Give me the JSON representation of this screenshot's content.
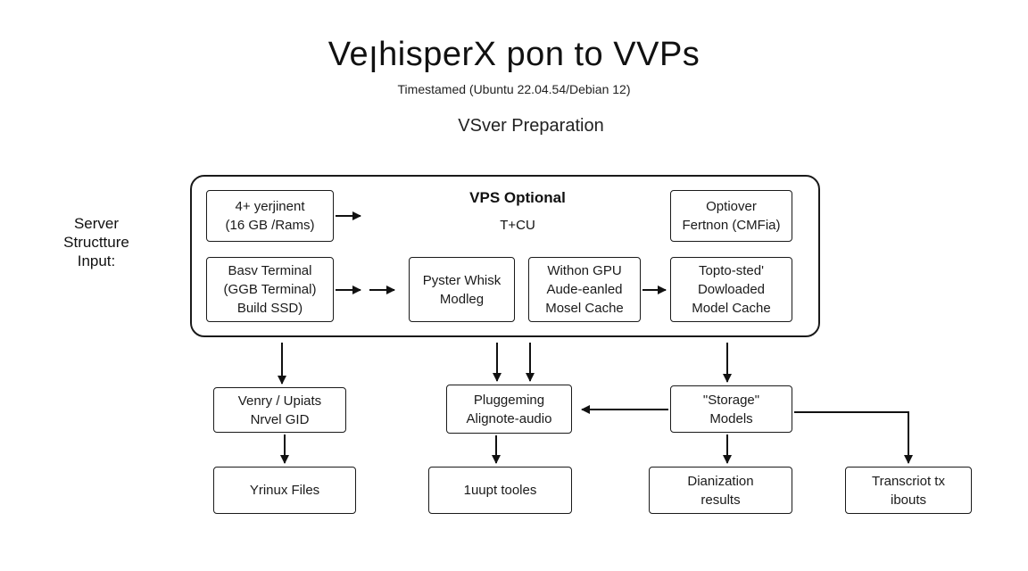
{
  "title": "VeꞁhisperX pon to VVPs",
  "subtitle": "Timestamed (Ubuntu 22.04.54/Debian 12)",
  "section": "VSver Preparation",
  "side_label": [
    "Server",
    "Structture",
    "Input:"
  ],
  "frame": {
    "heading": "VPS Optional",
    "subheading": "T+CU"
  },
  "nodes": {
    "requirement": [
      "4+ yerjinent",
      "(16 GB /Rams)"
    ],
    "optiover": [
      "Optiover",
      "Fertnon (CMFia)"
    ],
    "terminal": [
      "Basv Terminal",
      "(GGB Terminal)",
      "Build SSD)"
    ],
    "pyster": [
      "Pyster Whisk",
      "Modleg"
    ],
    "gpu": [
      "Withon GPU",
      "Aude-eanled",
      "Mosel Cache"
    ],
    "downloaded": [
      "Topto-sted'",
      "Dowloaded",
      "Model Cache"
    ],
    "venry": [
      "Venry / Upiats",
      "Nrvel GID"
    ],
    "plugging": [
      "Pluggeming",
      "Alignote-audio"
    ],
    "storage": [
      "\"Storage\"",
      "Models"
    ],
    "files": [
      "Yrinux Files"
    ],
    "tooles": [
      "1uupt tooles"
    ],
    "dianization": [
      "Dianization",
      "results"
    ],
    "transcript": [
      "Transcriot tx",
      "ibouts"
    ]
  }
}
